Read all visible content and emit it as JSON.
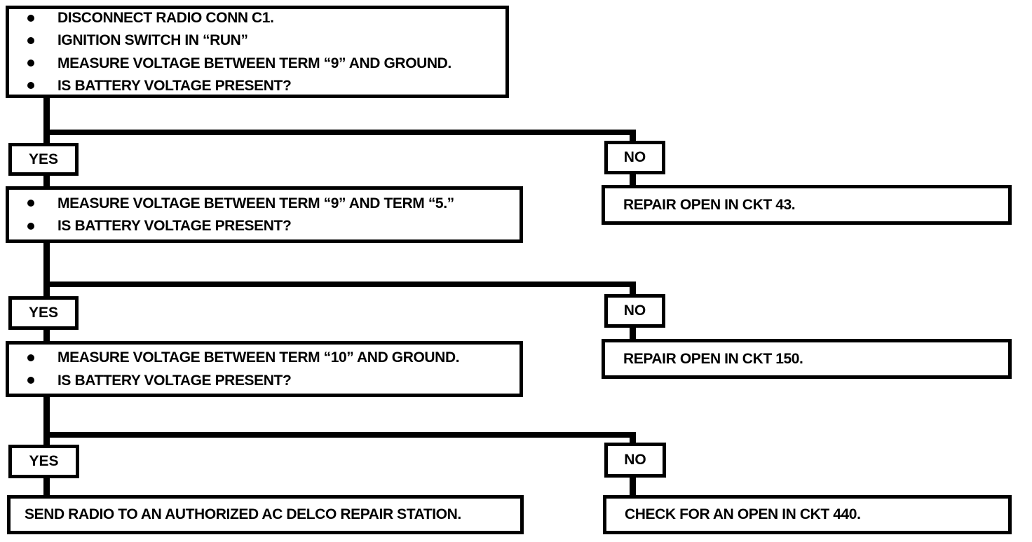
{
  "page": {
    "background_color": "#ffffff",
    "ink_color": "#000000",
    "kind": "diagnostic-flowchart"
  },
  "flowchart": {
    "step1": {
      "bullets": [
        "DISCONNECT RADIO CONN C1.",
        "IGNITION SWITCH IN “RUN”",
        "MEASURE VOLTAGE BETWEEN TERM “9” AND GROUND.",
        "IS BATTERY VOLTAGE PRESENT?"
      ]
    },
    "branch1": {
      "yes": "YES",
      "no": "NO",
      "no_action": "REPAIR OPEN IN CKT 43."
    },
    "step2": {
      "bullets": [
        "MEASURE VOLTAGE BETWEEN TERM “9” AND TERM “5.”",
        "IS BATTERY VOLTAGE PRESENT?"
      ]
    },
    "branch2": {
      "yes": "YES",
      "no": "NO",
      "no_action": "REPAIR OPEN IN CKT 150."
    },
    "step3": {
      "bullets": [
        "MEASURE VOLTAGE BETWEEN TERM “10” AND GROUND.",
        "IS BATTERY VOLTAGE PRESENT?"
      ]
    },
    "branch3": {
      "yes": "YES",
      "no": "NO",
      "no_action": "CHECK FOR AN OPEN IN CKT 440."
    },
    "final_action": "SEND RADIO TO AN AUTHORIZED AC DELCO REPAIR STATION."
  }
}
